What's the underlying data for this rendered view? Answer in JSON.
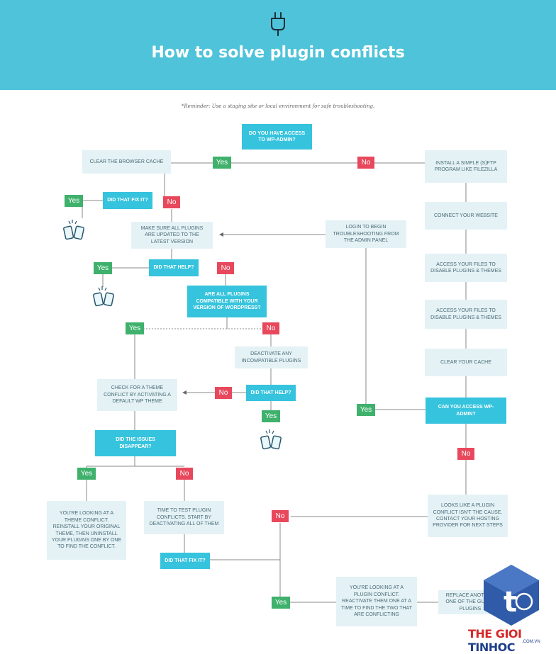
{
  "header": {
    "title": "How to solve plugin conflicts",
    "reminder": "*Reminder: Use a staging site or local environment for safe troubleshooting."
  },
  "boxes": {
    "access_wpadmin": "DO YOU HAVE ACCESS TO WP-ADMIN?",
    "clear_browser_cache": "CLEAR THE BROWSER CACHE",
    "install_sftp": "INSTALL A SIMPLE (S)FTP PROGRAM LIKE FILEZILLA",
    "did_that_fix_1": "DID THAT FIX IT?",
    "connect_website": "CONNECT YOUR WEBSITE",
    "update_plugins": "MAKE SURE ALL PLUGINS ARE UPDATED TO THE LATEST VERSION",
    "login_admin": "LOGIN TO BEGIN TROUBLESHOOTING FROM THE ADMIN PANEL",
    "access_files_1": "ACCESS YOUR FILES TO DISABLE PLUGINS & THEMES",
    "did_that_help_1": "DID THAT HELP?",
    "compatible": "ARE ALL PLUGINS COMPATIBLE WITH YOUR VERSION OF WORDPRESS?",
    "access_files_2": "ACCESS YOUR FILES TO DISABLE PLUGINS & THEMES",
    "deactivate_incompatible": "DEACTIVATE ANY INCOMPATIBLE PLUGINS",
    "clear_cache": "CLEAR YOUR CACHE",
    "theme_conflict_check": "CHECK FOR A THEME CONFLICT BY ACTIVATING A DEFAULT WP THEME",
    "did_that_help_2": "DID THAT HELP?",
    "can_access": "CAN YOU ACCESS WP-ADMIN?",
    "issues_disappear": "DID THE ISSUES DISAPPEAR?",
    "theme_conflict_result": "YOU'RE LOOKING AT A THEME CONFLICT. REINSTALL YOUR ORIGINAL THEME, THEN UNINSTALL YOUR PLUGINS ONE BY ONE TO FIND THE CONFLICT.",
    "test_plugins": "TIME TO TEST PLUGIN CONFLICTS. START BY DEACTIVATING ALL OF THEM",
    "not_plugin": "LOOKS LIKE A PLUGIN CONFLICT ISN'T THE CAUSE. CONTACT YOUR HOSTING PROVIDER FOR NEXT STEPS",
    "did_that_fix_2": "DID THAT FIX IT?",
    "plugin_conflict": "YOU'RE LOOKING AT A PLUGIN CONFLICT. REACTIVATE THEM ONE AT A TIME TO FIND THE TWO THAT ARE CONFLICTING",
    "replace": "REPLACE ANOTHER ONE OF THE GUILTY PLUGINS"
  },
  "labels": {
    "yes": "Yes",
    "no": "No"
  },
  "brand": {
    "name_1": "THE GIOI ",
    "name_2": "TINHOC",
    "domain": ".COM.VN"
  },
  "colors": {
    "header": "#4fc3d9",
    "yes": "#3fb16c",
    "no": "#e8485c",
    "dark_box": "#36c3dd",
    "light_box": "#e4f2f6"
  }
}
